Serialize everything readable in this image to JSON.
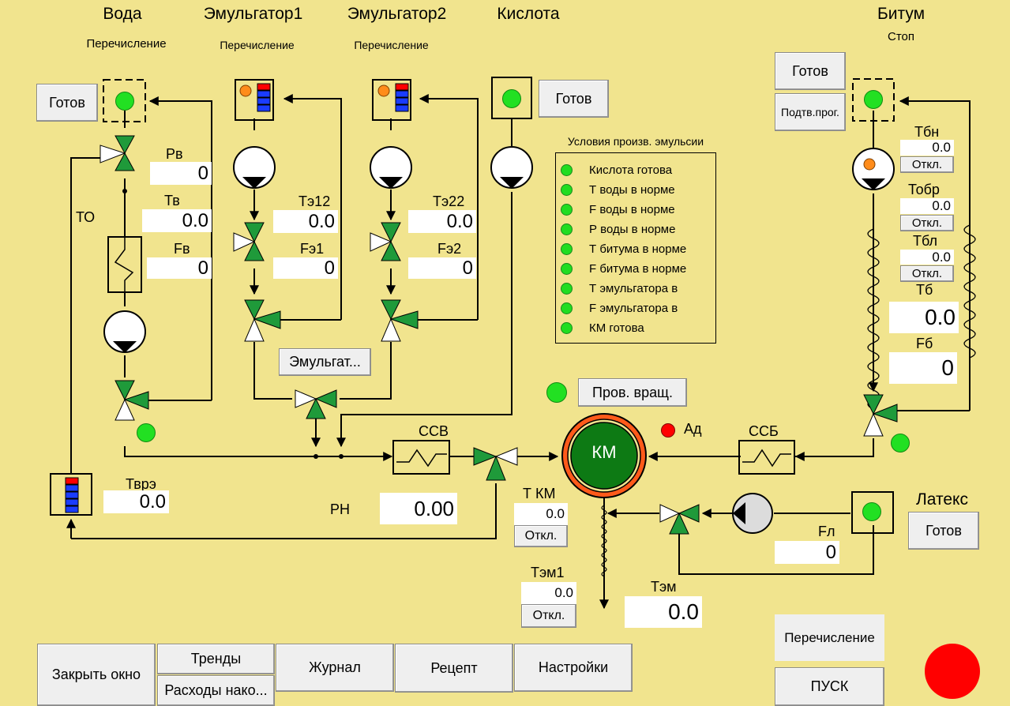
{
  "sections": {
    "water": {
      "title": "Вода",
      "mode": "Перечисление"
    },
    "emulsifier1": {
      "title": "Эмульгатор1",
      "mode": "Перечисление"
    },
    "emulsifier2": {
      "title": "Эмульгатор2",
      "mode": "Перечисление"
    },
    "acid": {
      "title": "Кислота"
    },
    "bitumen": {
      "title": "Битум",
      "mode": "Стоп"
    },
    "latex": {
      "title": "Латекс"
    }
  },
  "buttons": {
    "water_ready": "Готов",
    "acid_ready": "Готов",
    "bitumen_ready": "Готов",
    "bitumen_confirm": "Подтв.прог.",
    "latex_ready": "Готов",
    "emulsifier": "Эмульгат...",
    "check_rotation": "Пров. вращ.",
    "close_window": "Закрыть окно",
    "trends": "Тренды",
    "flows": "Расходы нако...",
    "journal": "Журнал",
    "recipe": "Рецепт",
    "settings": "Настройки",
    "enumeration": "Перечисление",
    "start": "ПУСК"
  },
  "readings": {
    "pv": {
      "label": "Рв",
      "value": "0"
    },
    "tv": {
      "label": "Тв",
      "value": "0.0"
    },
    "fv": {
      "label": "Fв",
      "value": "0"
    },
    "te12": {
      "label": "Тэ12",
      "value": "0.0"
    },
    "fe1": {
      "label": "Fэ1",
      "value": "0"
    },
    "te22": {
      "label": "Тэ22",
      "value": "0.0"
    },
    "fe2": {
      "label": "Fэ2",
      "value": "0"
    },
    "tvre": {
      "label": "Тврэ",
      "value": "0.0"
    },
    "ph": {
      "label": "РН",
      "value": "0.00"
    },
    "tkm": {
      "label": "Т КМ",
      "value": "0.0",
      "btn": "Откл."
    },
    "tem1": {
      "label": "Тэм1",
      "value": "0.0",
      "btn": "Откл."
    },
    "tem": {
      "label": "Тэм",
      "value": "0.0"
    },
    "fl": {
      "label": "Fл",
      "value": "0"
    },
    "tbn": {
      "label": "Тбн",
      "value": "0.0",
      "btn": "Откл."
    },
    "tobr": {
      "label": "Тобр",
      "value": "0.0",
      "btn": "Откл."
    },
    "tbl": {
      "label": "Тбл",
      "value": "0.0",
      "btn": "Откл."
    },
    "tb": {
      "label": "Тб",
      "value": "0.0"
    },
    "fb": {
      "label": "Fб",
      "value": "0"
    }
  },
  "labels": {
    "to": "ТО",
    "ccv": "ССВ",
    "ccb": "ССБ",
    "km": "КМ",
    "ad": "Ад"
  },
  "conditions": {
    "title": "Условия произв. эмульсии",
    "items": [
      "Кислота готова",
      "Т воды в норме",
      "F воды в норме",
      "Р воды в норме",
      "Т битума в норме",
      "F битума в норме",
      "Т эмульгатора в",
      "F эмульгатора в",
      "КМ готова"
    ]
  },
  "colors": {
    "background": "#f1e48e",
    "status_ok": "#22e022",
    "alarm": "#ff0000",
    "valve": "#1f9a3a",
    "mill_ring": "#ff5a1a",
    "mill_core": "#0d7a14",
    "level_high": "#ff0000",
    "level_low": "#1a3cff",
    "pump_indicator": "#ff8c1a"
  }
}
